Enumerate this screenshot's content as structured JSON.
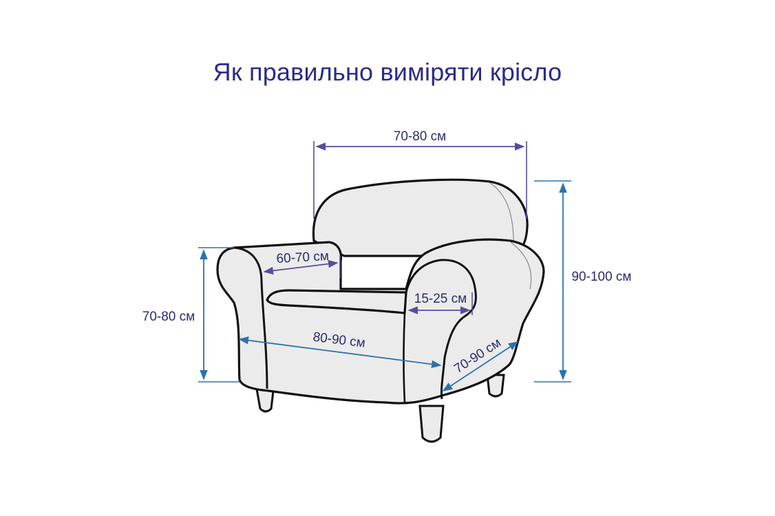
{
  "title": "Як правильно виміряти крісло",
  "measurements": {
    "back_width": "70-80 см",
    "armrest_depth": "60-70 см",
    "armrest_height": "70-80 см",
    "armrest_width": "15-25 см",
    "seat_width": "80-90 см",
    "seat_depth": "70-90 см",
    "total_height": "90-100 см"
  },
  "colors": {
    "dimension_purple": "#5a4a9e",
    "dimension_blue": "#2a72b0",
    "title": "#2b2b8a",
    "outline": "#111111",
    "fill": "#ebebeb"
  }
}
